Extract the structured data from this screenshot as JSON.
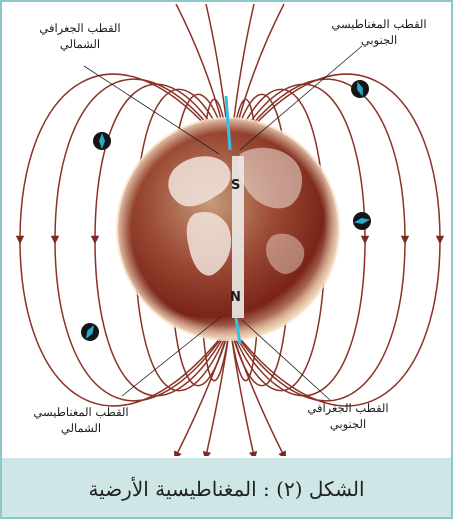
{
  "labels": {
    "geo_north_1": "القطب الجغرافي",
    "geo_north_2": "الشمالي",
    "mag_south_1": "القطب المغناطيسي",
    "mag_south_2": "الجنوبي",
    "mag_north_1": "القطب المغناطيسي",
    "mag_north_2": "الشمالي",
    "geo_south_1": "القطب الجغرافي",
    "geo_south_2": "الجنوبي",
    "pole_s": "S",
    "pole_n": "N"
  },
  "caption": "الشكل (٢) : المغناطيسية الأرضية"
}
